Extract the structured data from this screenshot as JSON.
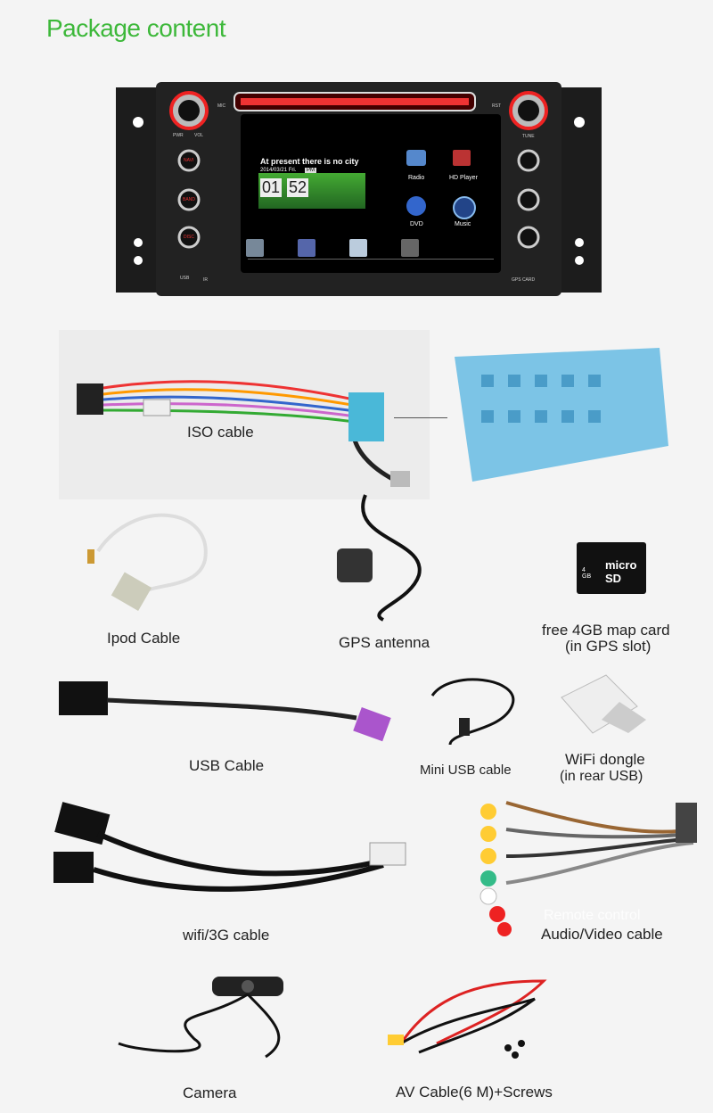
{
  "title": "Package content",
  "head_unit": {
    "labels": {
      "mic": "MIC",
      "rst": "RST",
      "pwr": "PWR",
      "vol": "VOL",
      "tune": "TUNE",
      "navi": "NAVI",
      "band": "BAND",
      "disc": "DISC",
      "usb": "USB",
      "ir": "IR",
      "gps_card": "GPS CARD"
    },
    "screen": {
      "weather_text": "At present there is no city",
      "date": "2014/03/21 Fri.",
      "ampm": "PM",
      "clock_hours": "01",
      "clock_minutes": "52",
      "apps": [
        "Radio",
        "HD Player",
        "DVD",
        "Music"
      ]
    }
  },
  "items": {
    "iso_cable": "ISO cable",
    "ipod_cable": "Ipod Cable",
    "gps_antenna": "GPS antenna",
    "map_card_line1": "free 4GB map card",
    "map_card_line2": "(in GPS slot)",
    "sd_card_text": "micro SD",
    "sd_card_size": "4 GB",
    "usb_cable": "USB Cable",
    "mini_usb_cable": "Mini USB cable",
    "wifi_dongle_line1": "WiFi dongle",
    "wifi_dongle_line2": "(in rear USB)",
    "wifi_3g_cable": "wifi/3G cable",
    "remote_control": "Remote control",
    "av_cable": "Audio/Video cable",
    "camera": "Camera",
    "av_cable_screws": "AV Cable(6 M)+Screws"
  }
}
